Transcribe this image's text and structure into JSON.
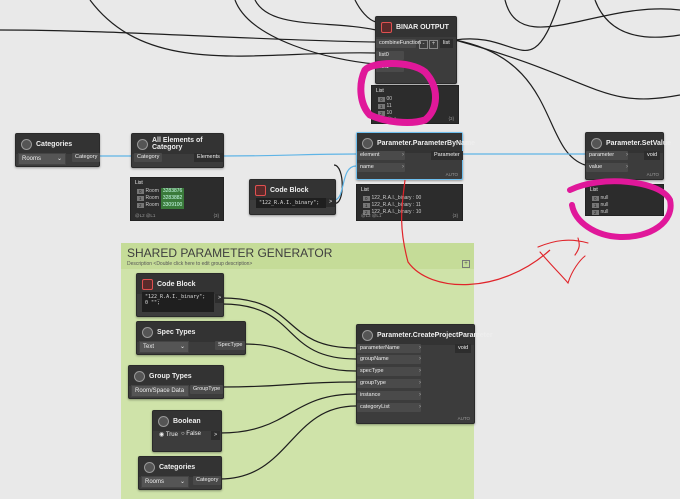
{
  "group": {
    "title": "SHARED PARAMETER GENERATOR",
    "description": "Description <Double click here to edit group description>",
    "plus": "+"
  },
  "binar": {
    "title": "BINAR OUTPUT",
    "ports": [
      "combineFunction",
      "list0",
      "list1"
    ],
    "output": "list",
    "plus": "+",
    "minus": "-",
    "preview": {
      "title": "List",
      "items": [
        {
          "i": "0",
          "v": "00"
        },
        {
          "i": "1",
          "v": "11"
        },
        {
          "i": "2",
          "v": "10"
        }
      ],
      "footer": "@L2 @L1",
      "count": "{3}"
    }
  },
  "categories_top": {
    "title": "Categories",
    "value": "Rooms",
    "output": "Category"
  },
  "all_elements": {
    "title": "All Elements of Category",
    "input": "Category",
    "output": "Elements",
    "preview": {
      "title": "List",
      "items": [
        {
          "i": "0",
          "label": "Room",
          "id": "3283876"
        },
        {
          "i": "1",
          "label": "Room",
          "id": "3283882"
        },
        {
          "i": "2",
          "label": "Room",
          "id": "3309100"
        }
      ],
      "footer": "@L2 @L1",
      "count": "{3}"
    }
  },
  "code_block_top": {
    "title": "Code Block",
    "code": "\"122_R.A.I._binary\";",
    "marker": ">"
  },
  "param_by_name": {
    "title": "Parameter.ParameterByName",
    "ports": [
      "element",
      "name"
    ],
    "output": "Parameter",
    "auto": "AUTO",
    "preview": {
      "title": "List",
      "items": [
        {
          "i": "0",
          "v": "122_R.A.I._binary : 00"
        },
        {
          "i": "1",
          "v": "122_R.A.I._binary : 11"
        },
        {
          "i": "2",
          "v": "122_R.A.I._binary : 10"
        }
      ],
      "footer": "@L2 @L1",
      "count": "{3}"
    }
  },
  "set_value": {
    "title": "Parameter.SetValue",
    "ports": [
      "parameter",
      "value"
    ],
    "output": "void",
    "auto": "AUTO",
    "preview": {
      "title": "List",
      "items": [
        {
          "i": "0",
          "v": "null"
        },
        {
          "i": "1",
          "v": "null"
        },
        {
          "i": "2",
          "v": "null"
        }
      ]
    }
  },
  "code_block_group": {
    "title": "Code Block",
    "code": "\"122_R.A.I._binary\";\n0 \"\";",
    "marker": ">"
  },
  "spec_types": {
    "title": "Spec Types",
    "value": "Text",
    "output": "SpecType"
  },
  "group_types": {
    "title": "Group Types",
    "value": "Room/Space Data",
    "output": "GroupType"
  },
  "boolean": {
    "title": "Boolean",
    "true_label": "True",
    "false_label": "False",
    "marker": ">"
  },
  "categories_group": {
    "title": "Categories",
    "value": "Rooms",
    "output": "Category"
  },
  "create_param": {
    "title": "Parameter.CreateProjectParameter",
    "ports": [
      "parameterName",
      "groupName",
      "specType",
      "groupType",
      "instance",
      "categoryList"
    ],
    "output": "void",
    "auto": "AUTO"
  },
  "colors": {
    "wire": "#1e1e1e",
    "selected_wire": "#5fb4e6",
    "annotation_magenta": "#e0189a",
    "annotation_red": "#e0242a",
    "group_bg": "#cfe3a9"
  },
  "icons": {
    "node_icon": "node-icon",
    "code_icon": "code-block-icon",
    "dropdown": "chevron-down-icon"
  }
}
